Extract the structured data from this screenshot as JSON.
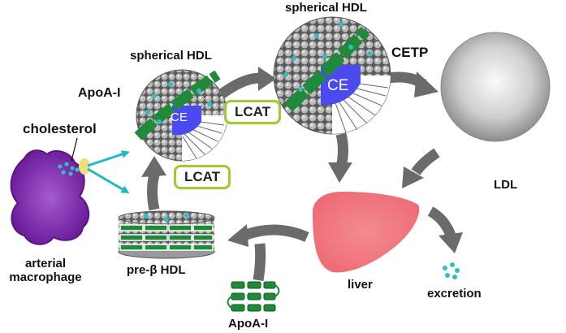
{
  "labels": {
    "spherical_hdl_small": "spherical HDL",
    "spherical_hdl_large": "spherical HDL",
    "apoa1_top": "ApoA-I",
    "apoa1_bottom": "ApoA-I",
    "cholesterol": "cholesterol",
    "arterial_macrophage": "arterial\nmacrophage",
    "pre_beta_hdl": "pre-β HDL",
    "lcat_upper": "LCAT",
    "lcat_lower": "LCAT",
    "cetp": "CETP",
    "ldl": "LDL",
    "liver": "liver",
    "excretion": "excretion",
    "ce_small": "CE",
    "ce_large": "CE"
  },
  "colors": {
    "macrophage": "#7a1fa3",
    "cholesterol_dot": "#2fbfc3",
    "arrow_cyan": "#22b8c4",
    "arrow_gray": "#6b6b6b",
    "hdl_surface": "#8e8e8e",
    "apoa1_green": "#1f8a3a",
    "core_blue": "#4a4af0",
    "lcat_border": "#9ccc2e",
    "liver": "#f2737c",
    "transporter_yellow": "#f1dc7e"
  }
}
